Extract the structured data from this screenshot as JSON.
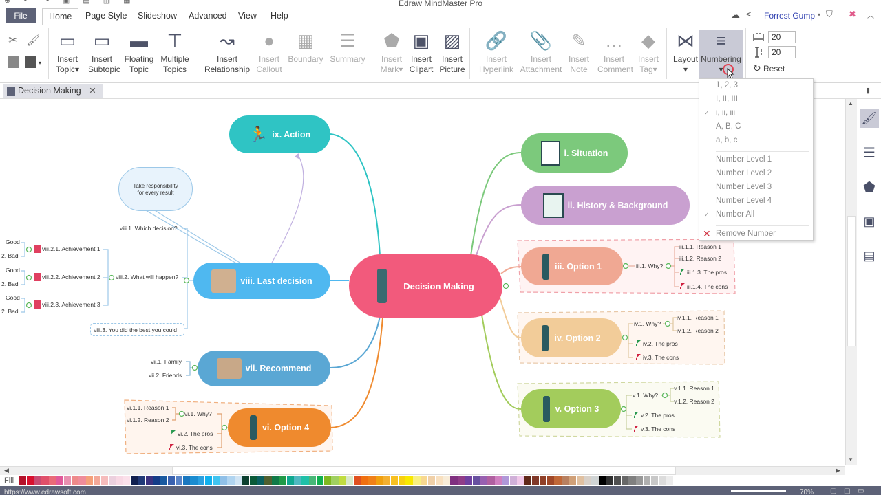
{
  "app": {
    "title": "Edraw MindMaster Pro",
    "user": "Forrest Gump"
  },
  "menu": {
    "file": "File",
    "tabs": [
      "Home",
      "Page Style",
      "Slideshow",
      "Advanced",
      "View",
      "Help"
    ],
    "active": "Home"
  },
  "ribbon": {
    "buttons": [
      {
        "id": "insert-topic",
        "line1": "Insert",
        "line2": "Topic",
        "dropdown": true,
        "enabled": true
      },
      {
        "id": "insert-subtopic",
        "line1": "Insert",
        "line2": "Subtopic",
        "enabled": true
      },
      {
        "id": "floating-topic",
        "line1": "Floating",
        "line2": "Topic",
        "enabled": true
      },
      {
        "id": "multiple-topics",
        "line1": "Multiple",
        "line2": "Topics",
        "enabled": true
      },
      {
        "id": "insert-relationship",
        "line1": "Insert",
        "line2": "Relationship",
        "enabled": true
      },
      {
        "id": "insert-callout",
        "line1": "Insert",
        "line2": "Callout",
        "enabled": false
      },
      {
        "id": "boundary",
        "line1": "Boundary",
        "line2": "",
        "enabled": false
      },
      {
        "id": "summary",
        "line1": "Summary",
        "line2": "",
        "enabled": false
      },
      {
        "id": "insert-mark",
        "line1": "Insert",
        "line2": "Mark",
        "dropdown": true,
        "enabled": false
      },
      {
        "id": "insert-clipart",
        "line1": "Insert",
        "line2": "Clipart",
        "enabled": true
      },
      {
        "id": "insert-picture",
        "line1": "Insert",
        "line2": "Picture",
        "enabled": true
      },
      {
        "id": "insert-hyperlink",
        "line1": "Insert",
        "line2": "Hyperlink",
        "enabled": false
      },
      {
        "id": "insert-attachment",
        "line1": "Insert",
        "line2": "Attachment",
        "enabled": false
      },
      {
        "id": "insert-note",
        "line1": "Insert",
        "line2": "Note",
        "enabled": false
      },
      {
        "id": "insert-comment",
        "line1": "Insert",
        "line2": "Comment",
        "enabled": false
      },
      {
        "id": "insert-tag",
        "line1": "Insert",
        "line2": "Tag",
        "dropdown": true,
        "enabled": false
      },
      {
        "id": "layout",
        "line1": "Layout",
        "line2": "▾",
        "enabled": true
      },
      {
        "id": "numbering",
        "line1": "Numbering",
        "line2": "▾",
        "enabled": true
      }
    ],
    "h_spacing": "20",
    "v_spacing": "20",
    "reset": "Reset"
  },
  "doc_tab": "Decision Making",
  "numbering_menu": {
    "formats": [
      {
        "label": "1, 2, 3",
        "checked": false
      },
      {
        "label": "I, II, III",
        "checked": false
      },
      {
        "label": "i, ii, iii",
        "checked": true
      },
      {
        "label": "A, B, C",
        "checked": false
      },
      {
        "label": "a, b, c",
        "checked": false
      }
    ],
    "levels": [
      {
        "label": "Number Level 1",
        "checked": false
      },
      {
        "label": "Number Level 2",
        "checked": false
      },
      {
        "label": "Number Level 3",
        "checked": false
      },
      {
        "label": "Number Level 4",
        "checked": false
      },
      {
        "label": "Number All",
        "checked": true
      }
    ],
    "remove": "Remove Number"
  },
  "mindmap": {
    "central": {
      "label": "Decision Making",
      "color": "#f25a7c"
    },
    "branches": {
      "action": {
        "label": "ix. Action",
        "color": "#2fc4c4"
      },
      "last": {
        "label": "viii. Last decision",
        "color": "#4fb8f0"
      },
      "recommend": {
        "label": "vii. Recommend",
        "color": "#5aa7d4"
      },
      "option4": {
        "label": "vi. Option 4",
        "color": "#ef8a2e"
      },
      "situation": {
        "label": "i. Situation",
        "color": "#7cc97c"
      },
      "history": {
        "label": "ii. History & Background",
        "color": "#c9a0d0"
      },
      "option1": {
        "label": "iii. Option 1",
        "color": "#f0a893"
      },
      "option2": {
        "label": "iv. Option 2",
        "color": "#f2cc99"
      },
      "option3": {
        "label": "v. Option 3",
        "color": "#a3cc5c"
      }
    },
    "callout": {
      "line1": "Take responsibility",
      "line2": "for every result"
    },
    "last_sub": {
      "q1": "viii.1. Which decision?",
      "q2": "viii.2. What will happen?",
      "a1": "viii.2.1. Achievement 1",
      "a2": "viii.2.2. Achievement 2",
      "a3": "viii.2.3. Achievement 3",
      "good": "Good",
      "bad": "2. Bad",
      "q3": "viii.3. You did the best you could"
    },
    "recommend_sub": [
      "vii.1. Family",
      "vii.2. Friends"
    ],
    "option4_sub": {
      "why": "vi.1. Why?",
      "r1": "vi.1.1. Reason 1",
      "r2": "vi.1.2. Reason 2",
      "pros": "vi.2. The pros",
      "cons": "vi.3. The cons"
    },
    "option1_sub": {
      "why": "iii.1. Why?",
      "r1": "iii.1.1. Reason 1",
      "r2": "iii.1.2. Reason 2",
      "pros": "iii.1.3. The pros",
      "cons": "iii.1.4. The cons"
    },
    "option2_sub": {
      "why": "iv.1. Why?",
      "r1": "iv.1.1. Reason 1",
      "r2": "iv.1.2. Reason 2",
      "pros": "iv.2. The pros",
      "cons": "iv.3. The cons"
    },
    "option3_sub": {
      "why": "v.1. Why?",
      "r1": "v.1.1. Reason 1",
      "r2": "v.1.2. Reason 2",
      "pros": "v.2. The pros",
      "cons": "v.3. The cons"
    }
  },
  "fill": {
    "label": "Fill",
    "palette": [
      "#b5122a",
      "#d8102e",
      "#c84a72",
      "#e0506a",
      "#e96a78",
      "#e05a9a",
      "#e890b0",
      "#ee8a8a",
      "#ef8c9a",
      "#f4a07a",
      "#f3a898",
      "#f6bcbc",
      "#ecd0de",
      "#f8d8e4",
      "#fbe0ea",
      "#102050",
      "#203a78",
      "#3a3280",
      "#143c88",
      "#1a5aa0",
      "#3a62b0",
      "#5a84c8",
      "#1a78c0",
      "#1a8cd0",
      "#2aa0e0",
      "#10b0ee",
      "#40c4f0",
      "#90c0e8",
      "#b0d4f0",
      "#d0e4f4",
      "#0c4030",
      "#0a5a38",
      "#0a6060",
      "#506030",
      "#107a48",
      "#209a48",
      "#10a890",
      "#50b8c0",
      "#20c0a8",
      "#48b878",
      "#10b050",
      "#80b820",
      "#a0d060",
      "#c0dc40",
      "#d8e8c8",
      "#e05020",
      "#f07010",
      "#f08018",
      "#f0a010",
      "#f4b030",
      "#f8c020",
      "#f8d010",
      "#f8e800",
      "#f8f080",
      "#f8d890",
      "#f0d0a8",
      "#f8e0c0",
      "#f8ecd8",
      "#803080",
      "#903c88",
      "#7040a0",
      "#6850a0",
      "#9860b0",
      "#b060a0",
      "#d080c0",
      "#b098d8",
      "#d0b0d8",
      "#f0c8e8",
      "#602818",
      "#803828",
      "#904028",
      "#a04828",
      "#c06838",
      "#b88060",
      "#d0a078",
      "#e0c0a0",
      "#d8d0c8",
      "#d0d4d4",
      "#000000",
      "#303030",
      "#505050",
      "#686868",
      "#808080",
      "#989898",
      "#b0b0b0",
      "#c8c8c8",
      "#dcdcdc",
      "#ececec"
    ]
  },
  "status": {
    "url": "https://www.edrawsoft.com",
    "zoom": "70%"
  }
}
